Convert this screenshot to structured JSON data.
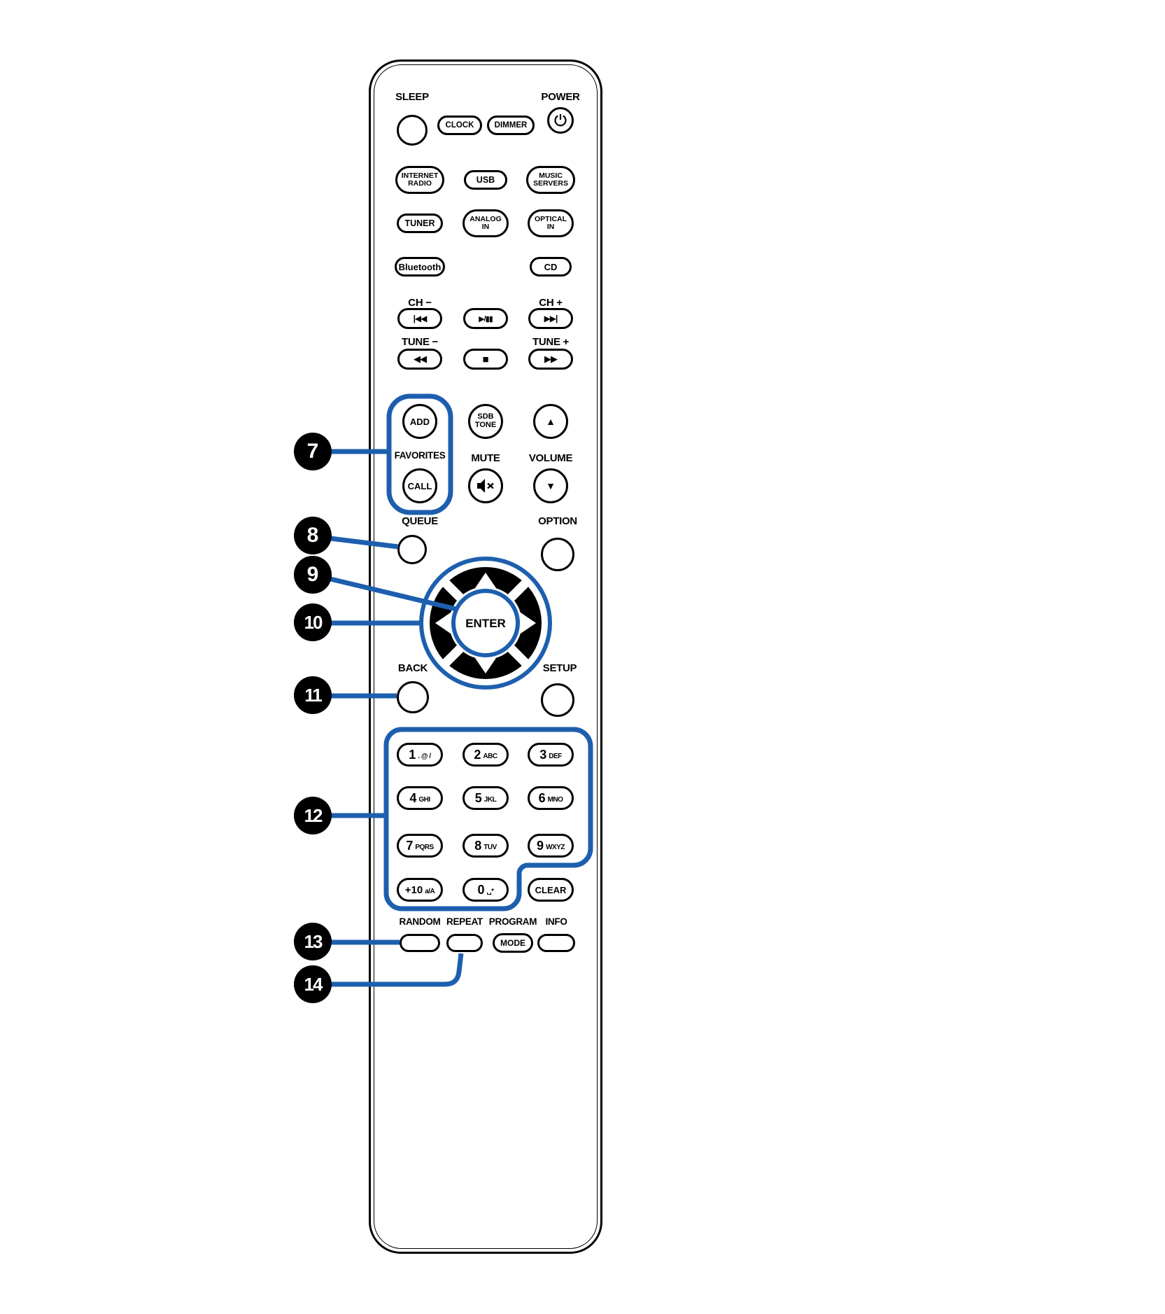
{
  "colors": {
    "accent": "#1d5fae",
    "outline": "#000000"
  },
  "top": {
    "sleep_label": "SLEEP",
    "power_label": "POWER",
    "clock": "CLOCK",
    "dimmer": "DIMMER",
    "power_icon": "power-symbol"
  },
  "sources": {
    "internet_radio": "INTERNET\nRADIO",
    "usb": "USB",
    "music_servers": "MUSIC\nSERVERS",
    "tuner": "TUNER",
    "analog_in": "ANALOG\nIN",
    "optical_in": "OPTICAL\nIN",
    "bluetooth": "Bluetooth",
    "cd": "CD"
  },
  "transport": {
    "ch_minus_label": "CH −",
    "ch_plus_label": "CH +",
    "tune_minus_label": "TUNE −",
    "tune_plus_label": "TUNE +",
    "skip_back_icon": "|◀◀",
    "play_pause_icon": "▶/▮▮",
    "skip_forward_icon": "▶▶|",
    "rewind_icon": "◀◀",
    "stop_icon": "■",
    "fast_forward_icon": "▶▶"
  },
  "middle": {
    "add": "ADD",
    "favorites_label": "FAVORITES",
    "call": "CALL",
    "sdb_tone": "SDB\nTONE",
    "mute_label": "MUTE",
    "mute_icon": "speaker-muted",
    "volume_label": "VOLUME",
    "volume_up_icon": "▲",
    "volume_down_icon": "▼",
    "queue_label": "QUEUE",
    "option_label": "OPTION"
  },
  "nav": {
    "enter": "ENTER",
    "up_icon": "▲",
    "down_icon": "▼",
    "left_icon": "◀",
    "right_icon": "▶",
    "back_label": "BACK",
    "setup_label": "SETUP"
  },
  "keypad": {
    "keys": [
      {
        "num": "1",
        "sub": ". @ /"
      },
      {
        "num": "2",
        "sub": "ABC"
      },
      {
        "num": "3",
        "sub": "DEF"
      },
      {
        "num": "4",
        "sub": "GHI"
      },
      {
        "num": "5",
        "sub": "JKL"
      },
      {
        "num": "6",
        "sub": "MNO"
      },
      {
        "num": "7",
        "sub": "PQRS"
      },
      {
        "num": "8",
        "sub": "TUV"
      },
      {
        "num": "9",
        "sub": "WXYZ"
      },
      {
        "num": "+10",
        "sub": "a/A"
      },
      {
        "num": "0",
        "sub": "␣*"
      }
    ],
    "clear": "CLEAR"
  },
  "bottom": {
    "random_label": "RANDOM",
    "repeat_label": "REPEAT",
    "program_label": "PROGRAM",
    "mode": "MODE",
    "info_label": "INFO"
  },
  "callouts": [
    {
      "num": "7"
    },
    {
      "num": "8"
    },
    {
      "num": "9"
    },
    {
      "num": "10"
    },
    {
      "num": "11"
    },
    {
      "num": "12"
    },
    {
      "num": "13"
    },
    {
      "num": "14"
    }
  ]
}
